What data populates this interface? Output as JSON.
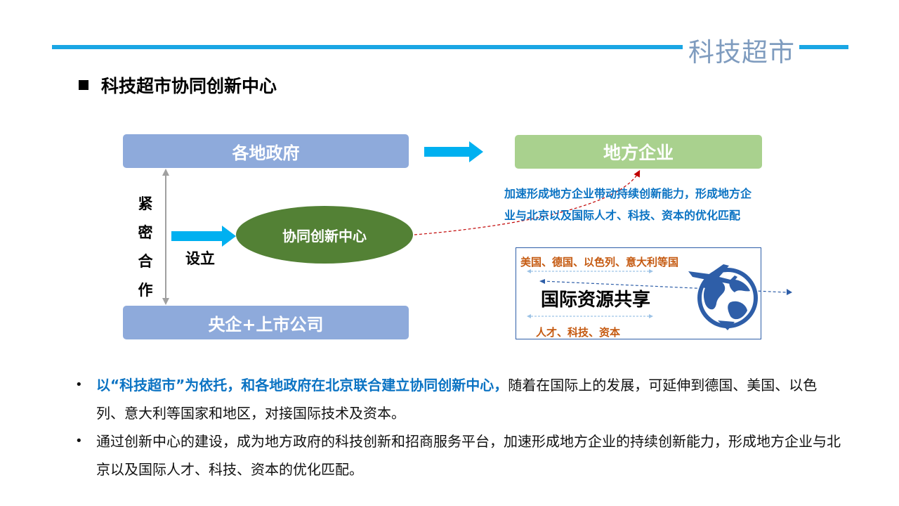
{
  "header": {
    "brand": "科技超市"
  },
  "page_title": "科技超市协同创新中心",
  "diagram": {
    "gov_label": "各地政府",
    "soe_label": "央企+上市公司",
    "ent_label": "地方企业",
    "center_label": "协同创新中心",
    "cooperation_chars": [
      "紧",
      "密",
      "合",
      "作"
    ],
    "setup_label": "设立",
    "ent_desc": "加速形成地方企业带动持续创新能力，形成地方企业与北京以及国际人才、科技、资本的优化匹配",
    "intl": {
      "countries": "美国、德国、以色列、意大利等国",
      "title": "国际资源共享",
      "items": "人才、科技、资本"
    }
  },
  "bullets": [
    {
      "highlight": "以“科技超市”为依托，和各地政府在北京联合建立协同创新中心，",
      "text": "随着在国际上的发展，可延伸到德国、美国、以色列、意大利等国家和地区，对接国际技术及资本。"
    },
    {
      "highlight": "",
      "text": "通过创新中心的建设，成为地方政府的科技创新和招商服务平台，加速形成地方企业的持续创新能力，形成地方企业与北京以及国际人才、科技、资本的优化匹配。"
    }
  ],
  "colors": {
    "accent": "#1aa6e4",
    "gov_box": "#8eaadb",
    "ent_box": "#a9d18e",
    "center": "#538135",
    "highlight_text": "#0b73c3",
    "orange_text": "#c55a11"
  },
  "icons": {
    "bullet": "bullet-dot",
    "globe": "globe-plane-icon"
  }
}
